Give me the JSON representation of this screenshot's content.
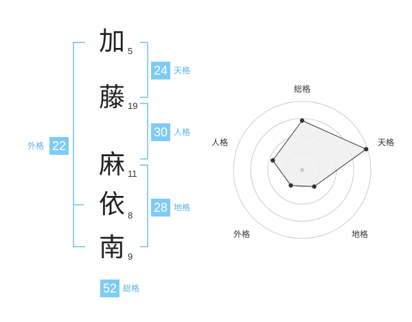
{
  "name": {
    "characters": [
      {
        "char": "加",
        "strokes": "5"
      },
      {
        "char": "藤",
        "strokes": "19"
      },
      {
        "char": "麻",
        "strokes": "11"
      },
      {
        "char": "依",
        "strokes": "8"
      },
      {
        "char": "南",
        "strokes": "9"
      }
    ]
  },
  "fortunes": {
    "tenkaku": {
      "value": "24",
      "label": "天格"
    },
    "jinkaku": {
      "value": "30",
      "label": "人格"
    },
    "chikaku": {
      "value": "28",
      "label": "地格"
    },
    "gaikaku": {
      "value": "22",
      "label": "外格"
    },
    "soukaku": {
      "value": "52",
      "label": "総格"
    }
  },
  "colors": {
    "badge": "#7ecbf5",
    "badge_label": "#5ab4e6",
    "bracket": "#8fd0f5",
    "radar_fill": "#efefef",
    "radar_line": "#333333",
    "ring": "#cccccc"
  },
  "chart_data": {
    "type": "radar",
    "axes": [
      "総格",
      "天格",
      "地格",
      "外格",
      "人格"
    ],
    "values": [
      0.72,
      0.98,
      0.3,
      0.28,
      0.45
    ],
    "range": [
      0,
      1
    ],
    "rings": 4
  }
}
